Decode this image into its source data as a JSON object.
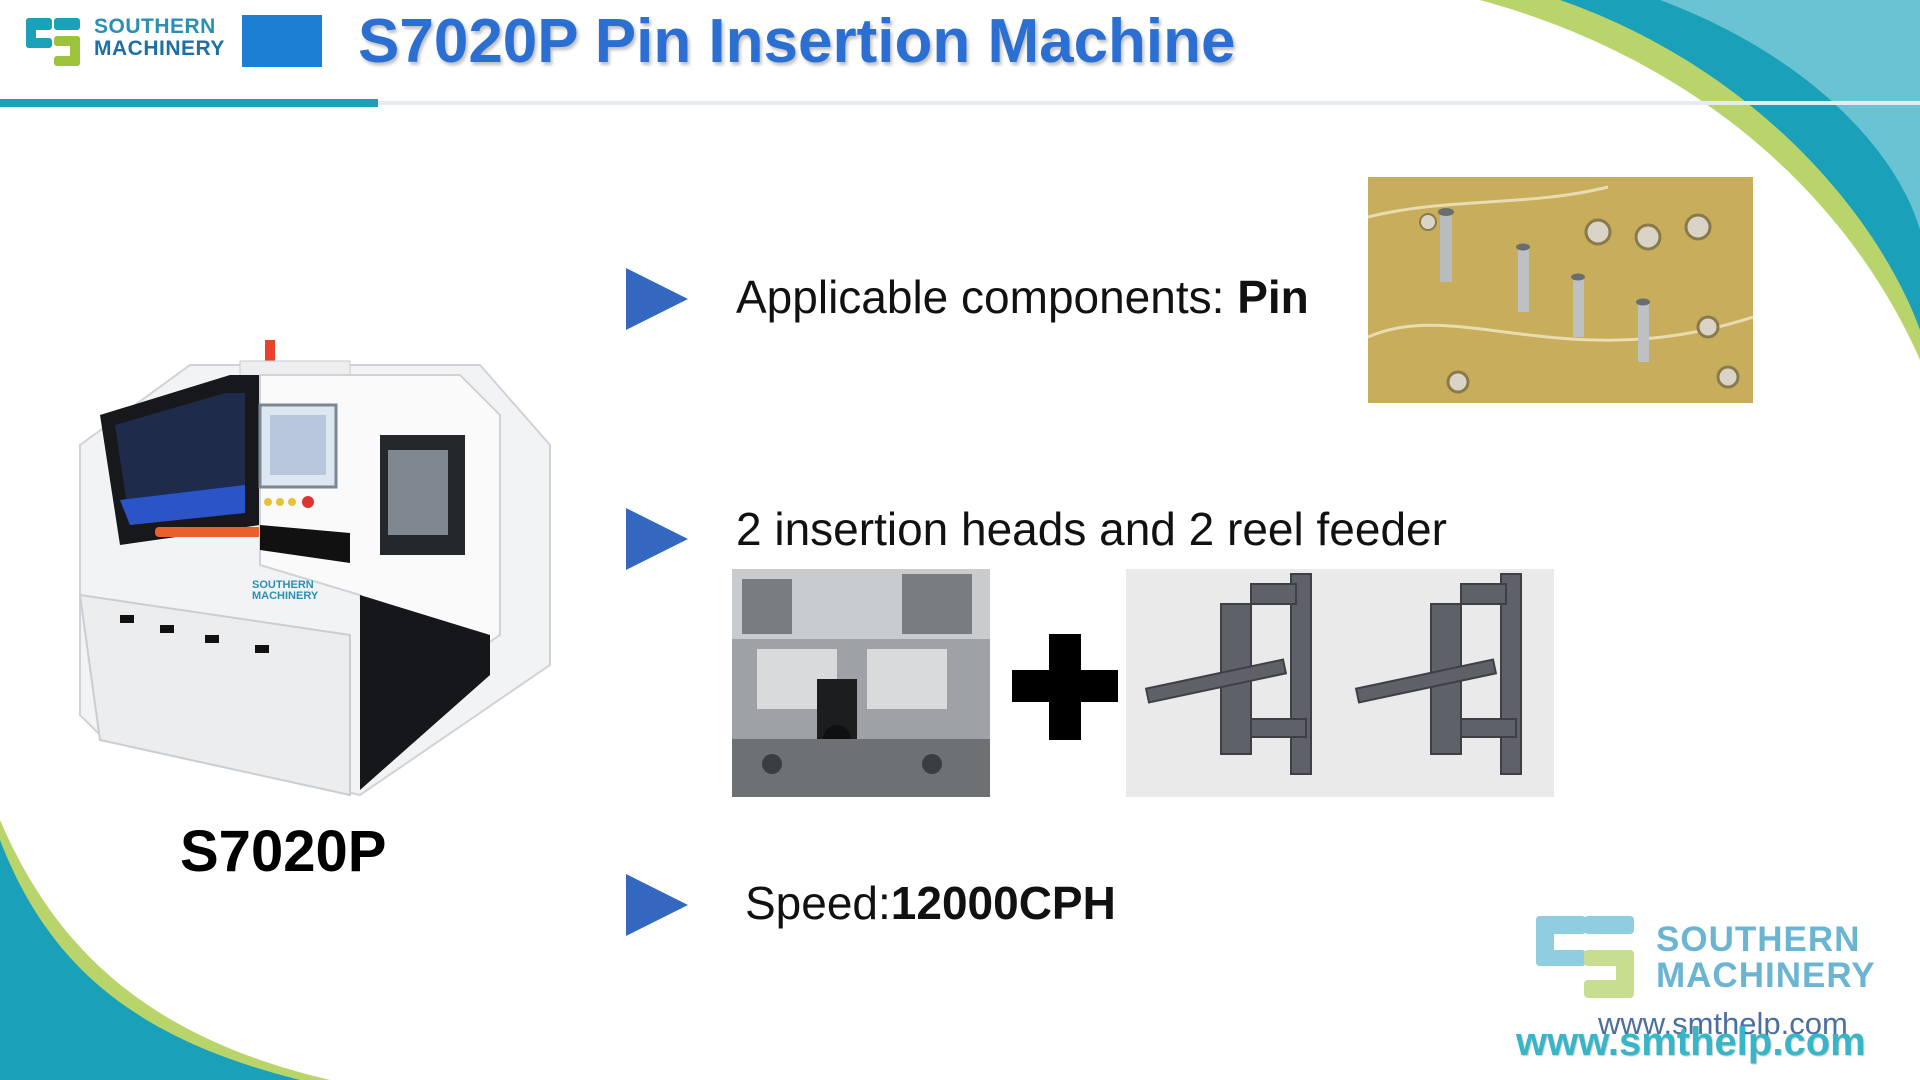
{
  "header": {
    "logo_line1": "SOUTHERN",
    "logo_line2": "MACHINERY",
    "title": "S7020P Pin Insertion Machine"
  },
  "product": {
    "model": "S7020P",
    "logo_line1": "SOUTHERN",
    "logo_line2": "MACHINERY"
  },
  "bullets": {
    "b1_prefix": "Applicable components: ",
    "b1_bold": "Pin",
    "b2": "2 insertion heads and 2 reel feeder",
    "b3_prefix": "Speed:",
    "b3_bold": "12000CPH"
  },
  "watermark": {
    "line1": "SOUTHERN",
    "line2": "MACHINERY",
    "url_small": "www.smthelp.com",
    "url_large": "www.smthelp.com"
  },
  "colors": {
    "title_blue": "#2a6fd1",
    "arrow_blue": "#3467c0",
    "brand_teal": "#1aa0b8",
    "brand_green": "#9dc23b"
  },
  "icons": {
    "bullet": "triangle-right-icon",
    "plus": "plus-icon"
  }
}
